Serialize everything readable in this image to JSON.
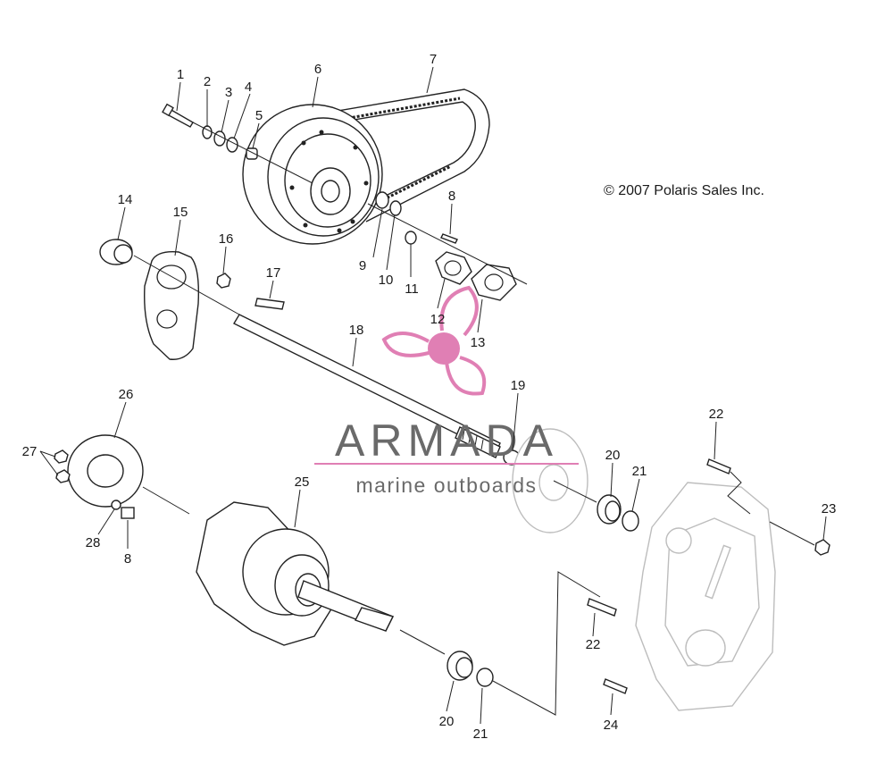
{
  "copyright": "© 2007 Polaris Sales Inc.",
  "watermark": {
    "brand": "ARMADA",
    "tagline": "marine outboards",
    "accent_color": "#e07fb4",
    "text_color": "#6a6a6a"
  },
  "callouts": {
    "c1": "1",
    "c2": "2",
    "c3": "3",
    "c4": "4",
    "c5": "5",
    "c6": "6",
    "c7": "7",
    "c8a": "8",
    "c8b": "8",
    "c9": "9",
    "c10": "10",
    "c11": "11",
    "c12": "12",
    "c13": "13",
    "c14": "14",
    "c15": "15",
    "c16": "16",
    "c17": "17",
    "c18": "18",
    "c19": "19",
    "c20a": "20",
    "c20b": "20",
    "c21a": "21",
    "c21b": "21",
    "c22a": "22",
    "c22b": "22",
    "c23": "23",
    "c24": "24",
    "c25": "25",
    "c26": "26",
    "c27": "27",
    "c28": "28"
  },
  "icons": {
    "logo": "propeller-icon"
  }
}
